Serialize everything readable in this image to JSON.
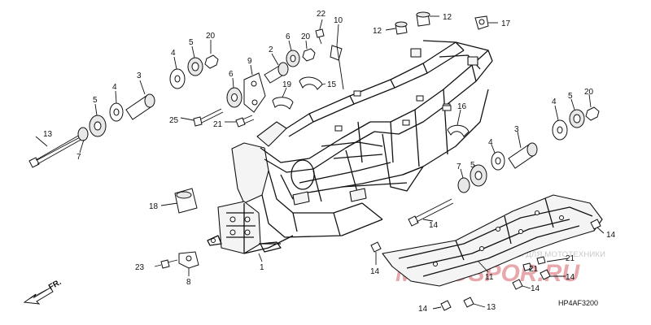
{
  "diagram": {
    "code": "HP4AF3200",
    "direction_label": "FR.",
    "watermark_text": "ЗАПЧАСТИ И АКСЕССУАРЫ ДЛЯ МОТОТЕХНИКИ",
    "watermark_logo": "MOTOSPOR.RU",
    "callouts": [
      {
        "id": "c1",
        "label": "1"
      },
      {
        "id": "c2",
        "label": "2"
      },
      {
        "id": "c3a",
        "label": "3"
      },
      {
        "id": "c3b",
        "label": "3"
      },
      {
        "id": "c4a",
        "label": "4"
      },
      {
        "id": "c4b",
        "label": "4"
      },
      {
        "id": "c4c",
        "label": "4"
      },
      {
        "id": "c4d",
        "label": "4"
      },
      {
        "id": "c5a",
        "label": "5"
      },
      {
        "id": "c5b",
        "label": "5"
      },
      {
        "id": "c5c",
        "label": "5"
      },
      {
        "id": "c5d",
        "label": "5"
      },
      {
        "id": "c6a",
        "label": "6"
      },
      {
        "id": "c6b",
        "label": "6"
      },
      {
        "id": "c7a",
        "label": "7"
      },
      {
        "id": "c7b",
        "label": "7"
      },
      {
        "id": "c8",
        "label": "8"
      },
      {
        "id": "c9",
        "label": "9"
      },
      {
        "id": "c10",
        "label": "10"
      },
      {
        "id": "c11",
        "label": "11"
      },
      {
        "id": "c12a",
        "label": "12"
      },
      {
        "id": "c12b",
        "label": "12"
      },
      {
        "id": "c13a",
        "label": "13"
      },
      {
        "id": "c13b",
        "label": "13"
      },
      {
        "id": "c14a",
        "label": "14"
      },
      {
        "id": "c14b",
        "label": "14"
      },
      {
        "id": "c14c",
        "label": "14"
      },
      {
        "id": "c14d",
        "label": "14"
      },
      {
        "id": "c14e",
        "label": "14"
      },
      {
        "id": "c14f",
        "label": "14"
      },
      {
        "id": "c15",
        "label": "15"
      },
      {
        "id": "c16",
        "label": "16"
      },
      {
        "id": "c17",
        "label": "17"
      },
      {
        "id": "c18",
        "label": "18"
      },
      {
        "id": "c19",
        "label": "19"
      },
      {
        "id": "c20a",
        "label": "20"
      },
      {
        "id": "c20b",
        "label": "20"
      },
      {
        "id": "c20c",
        "label": "20"
      },
      {
        "id": "c21a",
        "label": "21"
      },
      {
        "id": "c21b",
        "label": "21"
      },
      {
        "id": "c21c",
        "label": "21"
      },
      {
        "id": "c22",
        "label": "22"
      },
      {
        "id": "c23",
        "label": "23"
      },
      {
        "id": "c25",
        "label": "25"
      }
    ]
  }
}
